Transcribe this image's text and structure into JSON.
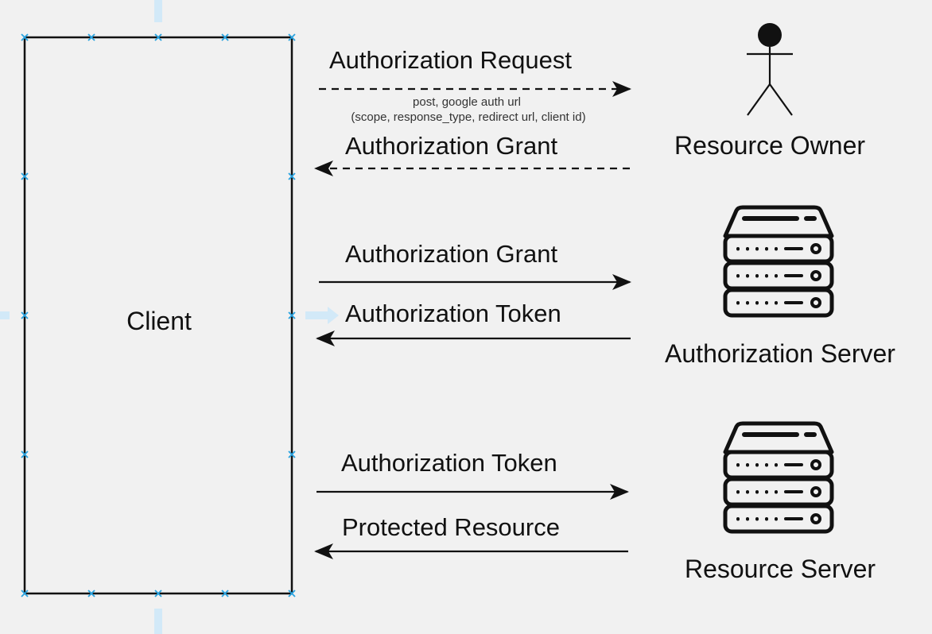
{
  "diagram": {
    "client_label": "Client",
    "actors": {
      "resource_owner": "Resource Owner",
      "authorization_server": "Authorization Server",
      "resource_server": "Resource Server"
    },
    "messages": {
      "auth_request": "Authorization Request",
      "auth_request_note_line1": "post, google auth url",
      "auth_request_note_line2": "(scope, response_type, redirect url, client id)",
      "auth_grant_return": "Authorization Grant",
      "auth_grant_send": "Authorization Grant",
      "auth_token_return": "Authorization Token",
      "auth_token_send": "Authorization Token",
      "protected_resource": "Protected Resource"
    },
    "colors": {
      "background": "#f1f1f1",
      "stroke": "#111111",
      "selection_handle": "#29a3e0",
      "guide": "#d2e9f8"
    },
    "icons": [
      "person-icon",
      "server-icon",
      "server-icon"
    ]
  }
}
